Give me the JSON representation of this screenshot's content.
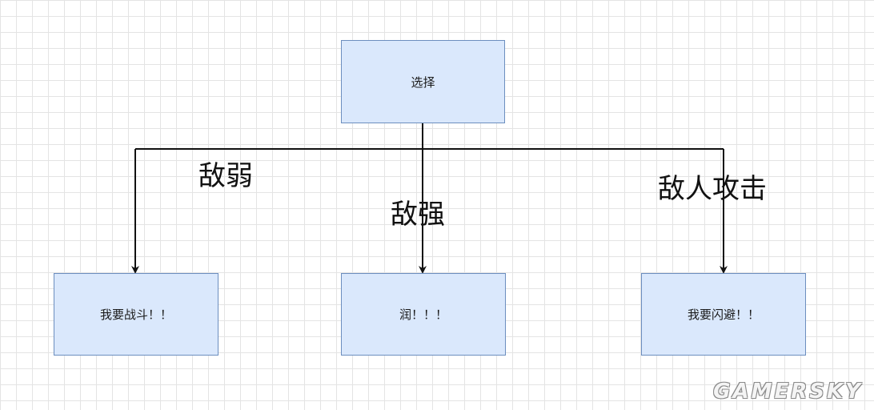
{
  "diagram": {
    "root": {
      "label": "选择"
    },
    "branches": [
      {
        "edge_label": "敌弱",
        "target_label": "我要战斗！！"
      },
      {
        "edge_label": "敌强",
        "target_label": "润！！！"
      },
      {
        "edge_label": "敌人攻击",
        "target_label": "我要闪避！！"
      }
    ]
  },
  "watermark": "GAMERSKY",
  "colors": {
    "node_fill": "#dae8fc",
    "node_border": "#6c8ebf",
    "edge": "#111111",
    "grid": "#e4e4e4"
  }
}
